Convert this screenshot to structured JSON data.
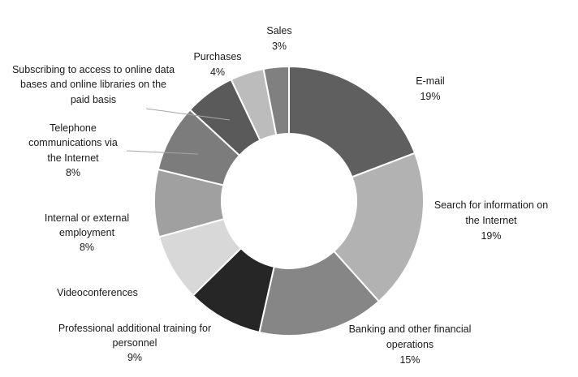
{
  "chart_data": {
    "type": "donut",
    "title": "",
    "slices": [
      {
        "name": "E-mail",
        "value": 19,
        "value_label": "19%",
        "color": "#5f5f5f"
      },
      {
        "name": "Search for information on the Internet",
        "value": 19,
        "value_label": "19%",
        "color": "#b2b2b2"
      },
      {
        "name": "Banking and other financial operations",
        "value": 15,
        "value_label": "15%",
        "color": "#868686"
      },
      {
        "name": "Professional additional training for personnel",
        "value": 9,
        "value_label": "9%",
        "color": "#262626"
      },
      {
        "name": "Videoconferences",
        "value": 8,
        "value_label": "",
        "color": "#d8d8d8"
      },
      {
        "name": "Internal or external employment",
        "value": 8,
        "value_label": "8%",
        "color": "#a0a0a0"
      },
      {
        "name": "Telephone communications via the Internet",
        "value": 8,
        "value_label": "8%",
        "color": "#7c7c7c"
      },
      {
        "name": "Subscribing to access to online data bases and online libraries on the paid basis",
        "value": 6,
        "value_label": "",
        "color": "#5a5a5a"
      },
      {
        "name": "Purchases",
        "value": 4,
        "value_label": "4%",
        "color": "#bcbcbc"
      },
      {
        "name": "Sales",
        "value": 3,
        "value_label": "3%",
        "color": "#808080"
      }
    ]
  },
  "labels": {
    "email": [
      "E-mail",
      "19%"
    ],
    "search": [
      "Search for information on",
      "the Internet",
      "19%"
    ],
    "banking": [
      "Banking and other financial",
      "operations",
      "15%"
    ],
    "training": [
      "Professional additional training for",
      "personnel",
      "9%"
    ],
    "video": [
      "Videoconferences"
    ],
    "employment": [
      "Internal or external",
      "employment",
      "8%"
    ],
    "telephone": [
      "Telephone",
      "communications via",
      "the Internet",
      "8%"
    ],
    "subscribing": [
      "Subscribing to access to online data",
      "bases and online libraries on the",
      "paid basis"
    ],
    "purchases": [
      "Purchases",
      "4%"
    ],
    "sales": [
      "Sales",
      "3%"
    ]
  }
}
